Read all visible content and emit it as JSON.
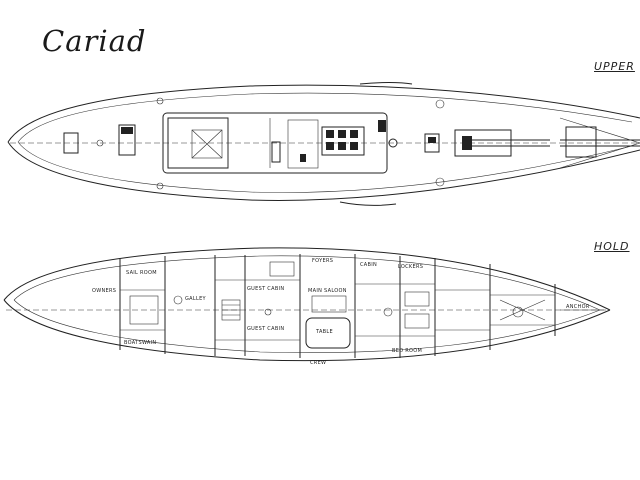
{
  "title": "Cariad",
  "upper_deck": {
    "label": "UPPER"
  },
  "hold": {
    "label": "HOLD",
    "rooms": [
      {
        "id": "r1",
        "text": "SAIL ROOM"
      },
      {
        "id": "r2",
        "text": "BOATSWAIN"
      },
      {
        "id": "r3",
        "text": "OWNERS"
      },
      {
        "id": "r4",
        "text": "GALLEY"
      },
      {
        "id": "r5",
        "text": "GUEST CABIN"
      },
      {
        "id": "r6",
        "text": "MAIN SALOON"
      },
      {
        "id": "r7",
        "text": "FOYERS"
      },
      {
        "id": "r8",
        "text": "LOCKERS"
      },
      {
        "id": "r9",
        "text": "CABIN"
      },
      {
        "id": "r10",
        "text": "GUEST CABIN"
      },
      {
        "id": "r11",
        "text": "TABLE"
      },
      {
        "id": "r12",
        "text": "CREW"
      },
      {
        "id": "r13",
        "text": "BED ROOM"
      },
      {
        "id": "r14",
        "text": "ANCHOR"
      }
    ]
  }
}
